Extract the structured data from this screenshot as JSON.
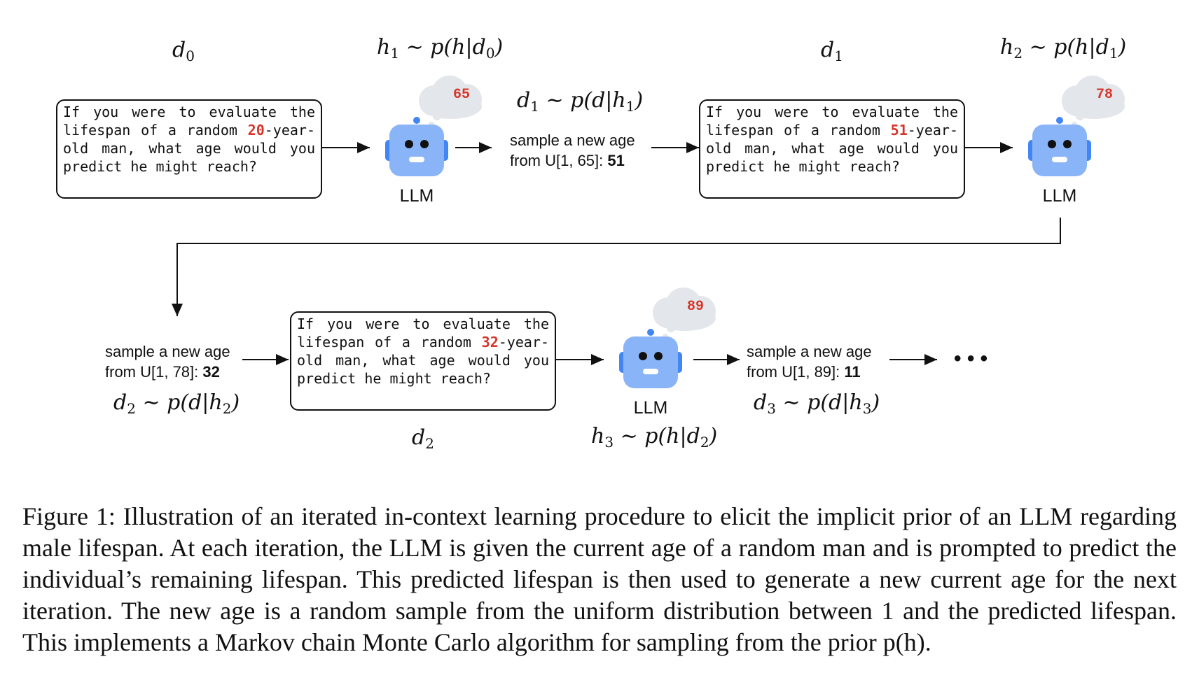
{
  "math": {
    "d0": "d0",
    "h1_label": "h1 ∼ p(h|d0)",
    "d1_sample": "d1 ∼ p(d|h1)",
    "d1": "d1",
    "h2_label": "h2 ∼ p(h|d1)",
    "d2_sample": "d2 ∼ p(d|h2)",
    "d2": "d2",
    "h3_label": "h3 ∼ p(h|d2)",
    "d3_sample": "d3 ∼ p(d|h3)"
  },
  "prompts": [
    {
      "before": "If you were to evaluate the lifespan of a random ",
      "age": "20",
      "after": "-year-old man, what age would you predict he might reach?"
    },
    {
      "before": "If you were to evaluate the lifespan of a random ",
      "age": "51",
      "after": "-year-old man, what age would you predict he might reach?"
    },
    {
      "before": "If you were to evaluate the lifespan of a random ",
      "age": "32",
      "after": "-year-old man, what age would you predict he might reach?"
    }
  ],
  "llm": [
    {
      "label": "LLM",
      "prediction": "65"
    },
    {
      "label": "LLM",
      "prediction": "78"
    },
    {
      "label": "LLM",
      "prediction": "89"
    }
  ],
  "samples": [
    {
      "line1": "sample a new age",
      "line2_prefix": "from U[1, 65]: ",
      "value": "51"
    },
    {
      "line1": "sample a new age",
      "line2_prefix": "from U[1, 78]: ",
      "value": "32"
    },
    {
      "line1": "sample a new age",
      "line2_prefix": "from U[1, 89]: ",
      "value": "11"
    }
  ],
  "ellipsis": "• • •",
  "caption": "Figure 1: Illustration of an iterated in-context learning procedure to elicit the implicit prior of an LLM regarding male lifespan. At each iteration, the LLM is given the current age of a random man and is prompted to predict the individual’s remaining lifespan. This predicted lifespan is then used to generate a new current age for the next iteration. The new age is a random sample from the uniform distribution between 1 and the predicted lifespan. This implements a Markov chain Monte Carlo algorithm for sampling from the prior p(h).",
  "colors": {
    "robot_face": "#8ab4f8",
    "robot_ears": "#4285f4",
    "cloud": "#e3e6ea",
    "accent": "#d8352a"
  }
}
